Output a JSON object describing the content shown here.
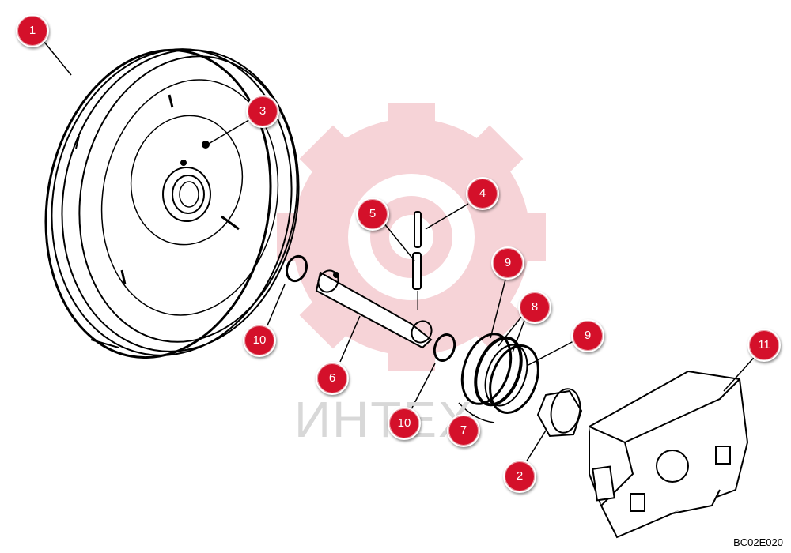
{
  "diagram": {
    "reference_code": "BC02E020",
    "watermark_text": "ИНТЕХ",
    "callouts": [
      "1",
      "3",
      "4",
      "5",
      "9",
      "8",
      "9",
      "11",
      "10",
      "6",
      "10",
      "7",
      "2"
    ]
  },
  "colors": {
    "callout_fill": "#d4102a",
    "line": "#000000",
    "watermark_red": "#f2c6cb",
    "watermark_text": "#d8d8d8"
  }
}
